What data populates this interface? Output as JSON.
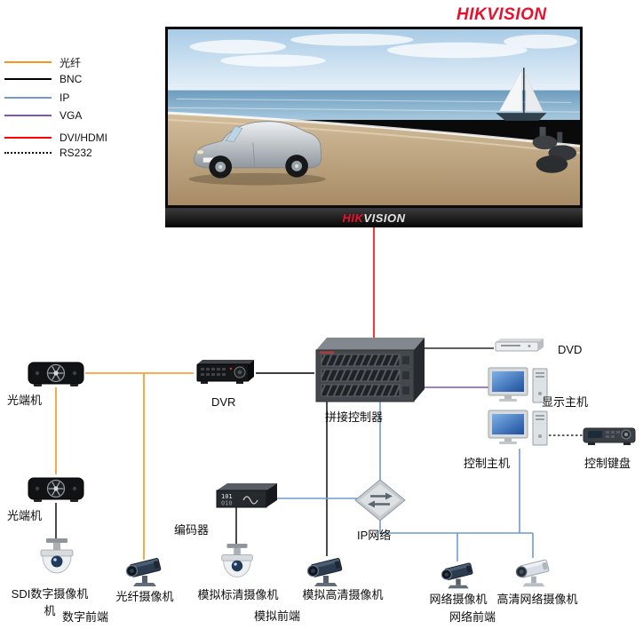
{
  "brand": {
    "top_logo": "HIKVISION",
    "top_logo_color": "#e8112d",
    "wall_logo_hik": "HIK",
    "wall_logo_vision": "VISION"
  },
  "legend": {
    "items": [
      {
        "label": "光纤",
        "color": "#F7941E",
        "line_style": "solid"
      },
      {
        "label": "BNC",
        "color": "#000000",
        "line_style": "solid"
      },
      {
        "label": "IP",
        "color": "#6F9AD3",
        "line_style": "solid"
      },
      {
        "label": "VGA",
        "color": "#7E57B5",
        "line_style": "solid"
      },
      {
        "label": "DVI/HDMI",
        "color": "#FF0000",
        "line_style": "solid"
      },
      {
        "label": "RS232",
        "color": "#000000",
        "line_style": "dotted"
      }
    ]
  },
  "nodes": {
    "optical_transceiver_1": {
      "label": "光端机",
      "icon": "optical-transceiver"
    },
    "optical_transceiver_2": {
      "label": "光端机",
      "icon": "optical-transceiver"
    },
    "dvr": {
      "label": "DVR",
      "icon": "dvr-box"
    },
    "video_wall_controller": {
      "label": "拼接控制器",
      "icon": "server-chassis"
    },
    "dvd": {
      "label": "DVD",
      "icon": "dvd-player"
    },
    "display_host": {
      "label": "显示主机",
      "icon": "desktop-computer"
    },
    "control_host": {
      "label": "控制主机",
      "icon": "desktop-computer"
    },
    "control_keyboard": {
      "label": "控制键盘",
      "icon": "joystick-keyboard"
    },
    "encoder": {
      "label": "编码器",
      "icon": "encoder-box"
    },
    "ip_network": {
      "label": "IP网络",
      "icon": "network-switch"
    },
    "sdi_digital_camera": {
      "label": "SDI数字摄像机\n机",
      "icon": "dome-camera"
    },
    "fiber_camera": {
      "label": "光纤摄像机",
      "icon": "box-camera"
    },
    "analog_sd_camera": {
      "label": "模拟标清摄像机",
      "icon": "dome-camera"
    },
    "analog_hd_camera": {
      "label": "模拟高清摄像机",
      "icon": "box-camera"
    },
    "network_camera": {
      "label": "网络摄像机",
      "icon": "box-camera"
    },
    "hd_network_camera": {
      "label": "高清网络摄像机",
      "icon": "box-camera-white"
    }
  },
  "groups": {
    "digital_frontend": {
      "label": "数字前端"
    },
    "analog_frontend": {
      "label": "模拟前端"
    },
    "network_frontend": {
      "label": "网络前端"
    }
  },
  "edges": [
    {
      "from": "video_wall",
      "to": "video_wall_controller",
      "type": "DVI/HDMI"
    },
    {
      "from": "dvr",
      "to": "video_wall_controller",
      "type": "BNC"
    },
    {
      "from": "optical_transceiver_1",
      "to": "dvr",
      "type": "光纤"
    },
    {
      "from": "fiber_camera",
      "to": "optical_transceiver_1",
      "type": "光纤"
    },
    {
      "from": "optical_transceiver_1",
      "to": "optical_transceiver_2",
      "type": "光纤"
    },
    {
      "from": "sdi_digital_camera",
      "to": "optical_transceiver_2",
      "type": "BNC"
    },
    {
      "from": "analog_sd_camera",
      "to": "encoder",
      "type": "BNC"
    },
    {
      "from": "analog_hd_camera",
      "to": "video_wall_controller",
      "type": "BNC"
    },
    {
      "from": "encoder",
      "to": "ip_network",
      "type": "IP"
    },
    {
      "from": "ip_network",
      "to": "video_wall_controller",
      "type": "IP"
    },
    {
      "from": "network_camera",
      "to": "ip_network",
      "type": "IP"
    },
    {
      "from": "hd_network_camera",
      "to": "ip_network",
      "type": "IP"
    },
    {
      "from": "control_host",
      "to": "ip_network",
      "type": "IP"
    },
    {
      "from": "display_host",
      "to": "video_wall_controller",
      "type": "VGA"
    },
    {
      "from": "dvd",
      "to": "video_wall_controller",
      "type": "BNC"
    },
    {
      "from": "control_keyboard",
      "to": "control_host",
      "type": "RS232"
    }
  ]
}
